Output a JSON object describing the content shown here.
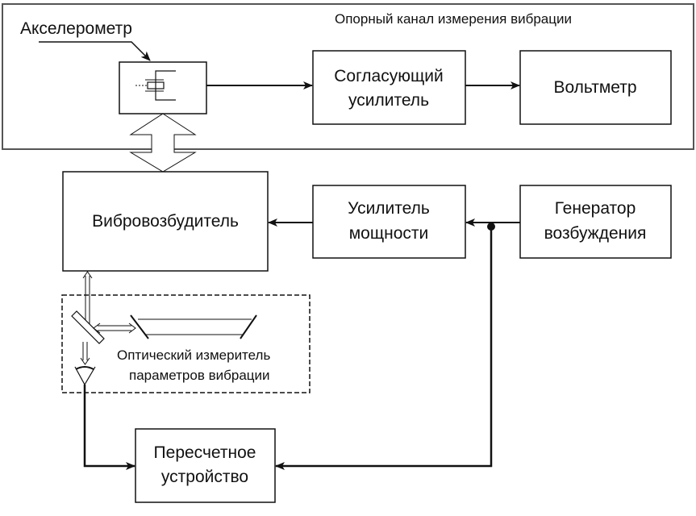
{
  "diagram": {
    "title": "Опорный канал измерения вибрации",
    "accelerometer_label": "Акселерометр",
    "blocks": {
      "matching_amplifier": [
        "Согласующий",
        "усилитель"
      ],
      "voltmeter": [
        "Вольтметр"
      ],
      "vibration_exciter": [
        "Вибровозбудитель"
      ],
      "power_amplifier": [
        "Усилитель",
        "мощности"
      ],
      "excitation_generator": [
        "Генератор",
        "возбуждения"
      ],
      "counter_device": [
        "Пересчетное",
        "устройство"
      ]
    },
    "optical_meter_label": [
      "Оптический измеритель",
      "параметров вибрации"
    ],
    "colors": {
      "line": "#111111",
      "frame": "#555555",
      "background": "#ffffff"
    }
  }
}
